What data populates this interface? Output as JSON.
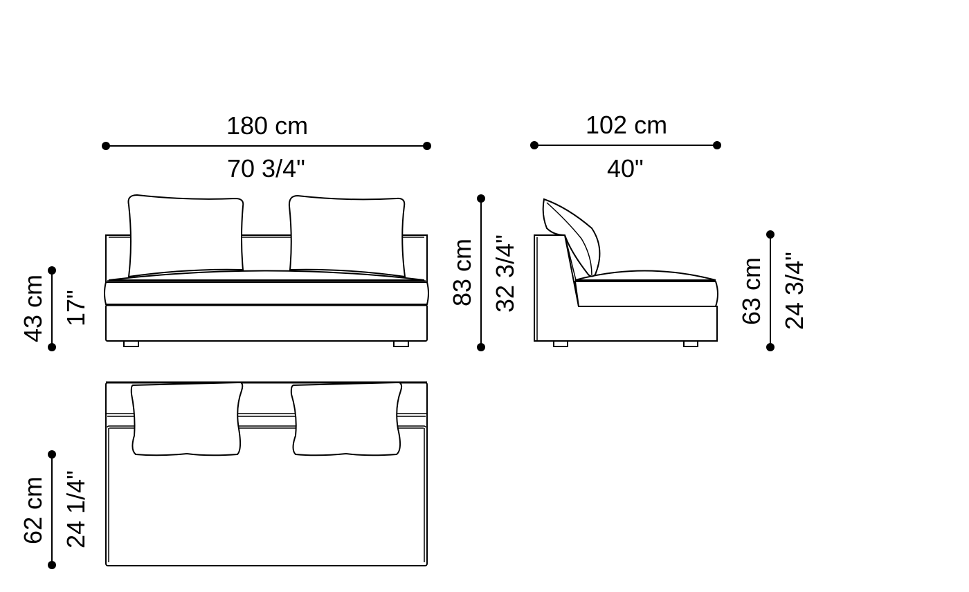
{
  "drawing": {
    "title": "Sofa module dimension drawing",
    "views": [
      "front",
      "side",
      "top"
    ],
    "line_color": "#000000",
    "background": "#ffffff"
  },
  "dimensions": {
    "width": {
      "metric": "180 cm",
      "imperial": "70 3/4\""
    },
    "depth": {
      "metric": "102 cm",
      "imperial": "40\""
    },
    "seat_height": {
      "metric": "43 cm",
      "imperial": "17\""
    },
    "total_height": {
      "metric": "83 cm",
      "imperial": "32 3/4\""
    },
    "back_height": {
      "metric": "63 cm",
      "imperial": "24 3/4\""
    },
    "seat_depth": {
      "metric": "62 cm",
      "imperial": "24 1/4\""
    }
  }
}
